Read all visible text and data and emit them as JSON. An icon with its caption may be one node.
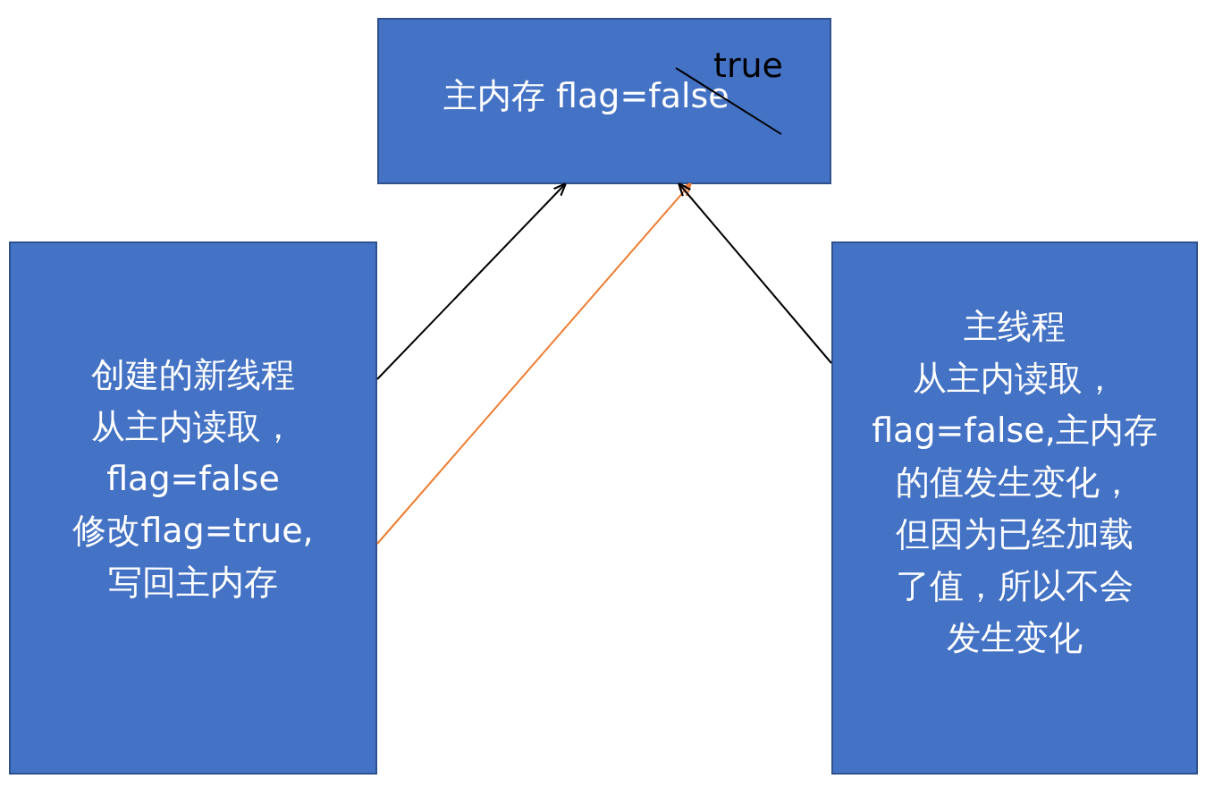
{
  "diagram": {
    "nodes": [
      {
        "text": [
          "true",
          "主内存 flag=false"
        ]
      },
      {
        "text": [
          "创建的新线程",
          "从主内读取，",
          "flag=false",
          "修改flag=true,",
          "写回主内存"
        ]
      },
      {
        "text": [
          "主线程",
          "从主内读取，",
          "flag=false,主内存",
          "的值发生变化，",
          "但因为已经加载",
          "了值，所以不会",
          "发生变化"
        ]
      }
    ],
    "edges": [
      {
        "from": 1,
        "to": 0,
        "arrow": "to"
      },
      {
        "from": 1,
        "to": 0,
        "arrow": "to",
        "color": "#ed7d31"
      },
      {
        "from": 2,
        "to": 0,
        "arrow": "to"
      }
    ]
  }
}
